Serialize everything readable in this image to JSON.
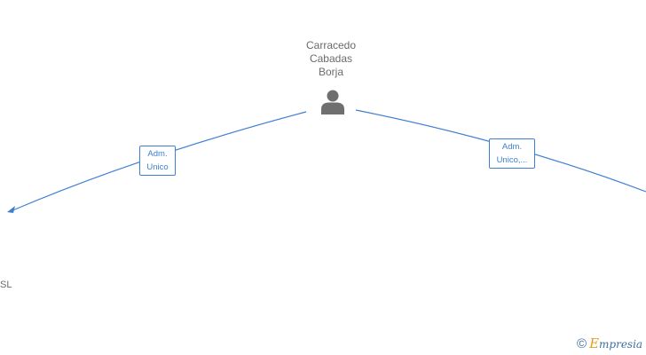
{
  "person": {
    "name_lines": [
      "Carracedo",
      "Cabadas",
      "Borja"
    ],
    "icon": "person-icon"
  },
  "edges": [
    {
      "label_lines": [
        "Adm.",
        "Unico"
      ]
    },
    {
      "label_lines": [
        "Adm.",
        "Unico,..."
      ]
    }
  ],
  "company": {
    "name": "SL"
  },
  "watermark": {
    "symbol": "©",
    "brand_initial": "E",
    "brand_rest": "mpresia"
  },
  "colors": {
    "edge": "#3f7fd1",
    "text": "#6b6b6b",
    "icon": "#6f6f6f",
    "brand_accent": "#e39b1f"
  }
}
